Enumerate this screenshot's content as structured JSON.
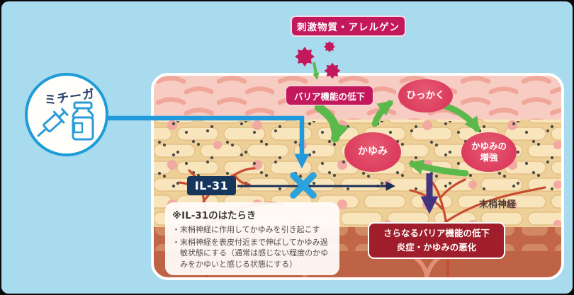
{
  "banner": {
    "label": "刺激物質・アレルゲン"
  },
  "mitchga": {
    "label": "ミチーガ"
  },
  "cycle": {
    "barrier_label": "バリア機能の低下",
    "scratch_label": "ひっかく",
    "itch_label": "かゆみ",
    "enhance_line1": "かゆみの",
    "enhance_line2": "増強"
  },
  "il31": {
    "label": "IL-31"
  },
  "note": {
    "heading": "※IL-31のはたらき",
    "bullets": [
      "・末梢神経に作用してかゆみを引き起こす",
      "・末梢神経を表皮付近まで伸ばしてかゆみ過敏状態にする（通常は感じない程度のかゆみをかゆいと感じる状態にする）"
    ]
  },
  "labels": {
    "peripheral_nerve": "末梢神経"
  },
  "outcome": {
    "line1": "さらなるバリア機能の低下",
    "line2": "炎症・かゆみの悪化"
  },
  "icons": {
    "mitchga_syringe": "syringe-icon",
    "mitchga_vial": "vial-icon",
    "allergen_particles": "allergen-particle-icon"
  },
  "colors": {
    "background": "#A9DBEE",
    "accent_blue": "#2299DA",
    "crimson": "#C4185C",
    "ellipse_red": "#DE4463",
    "green": "#5BB84A",
    "navy": "#16365C",
    "purple": "#42347F",
    "outcome_red": "#A01E2B",
    "skin_corneum": "#F7CCC2",
    "skin_epidermis": "#EDCF98",
    "skin_dermis": "#BF6347"
  }
}
